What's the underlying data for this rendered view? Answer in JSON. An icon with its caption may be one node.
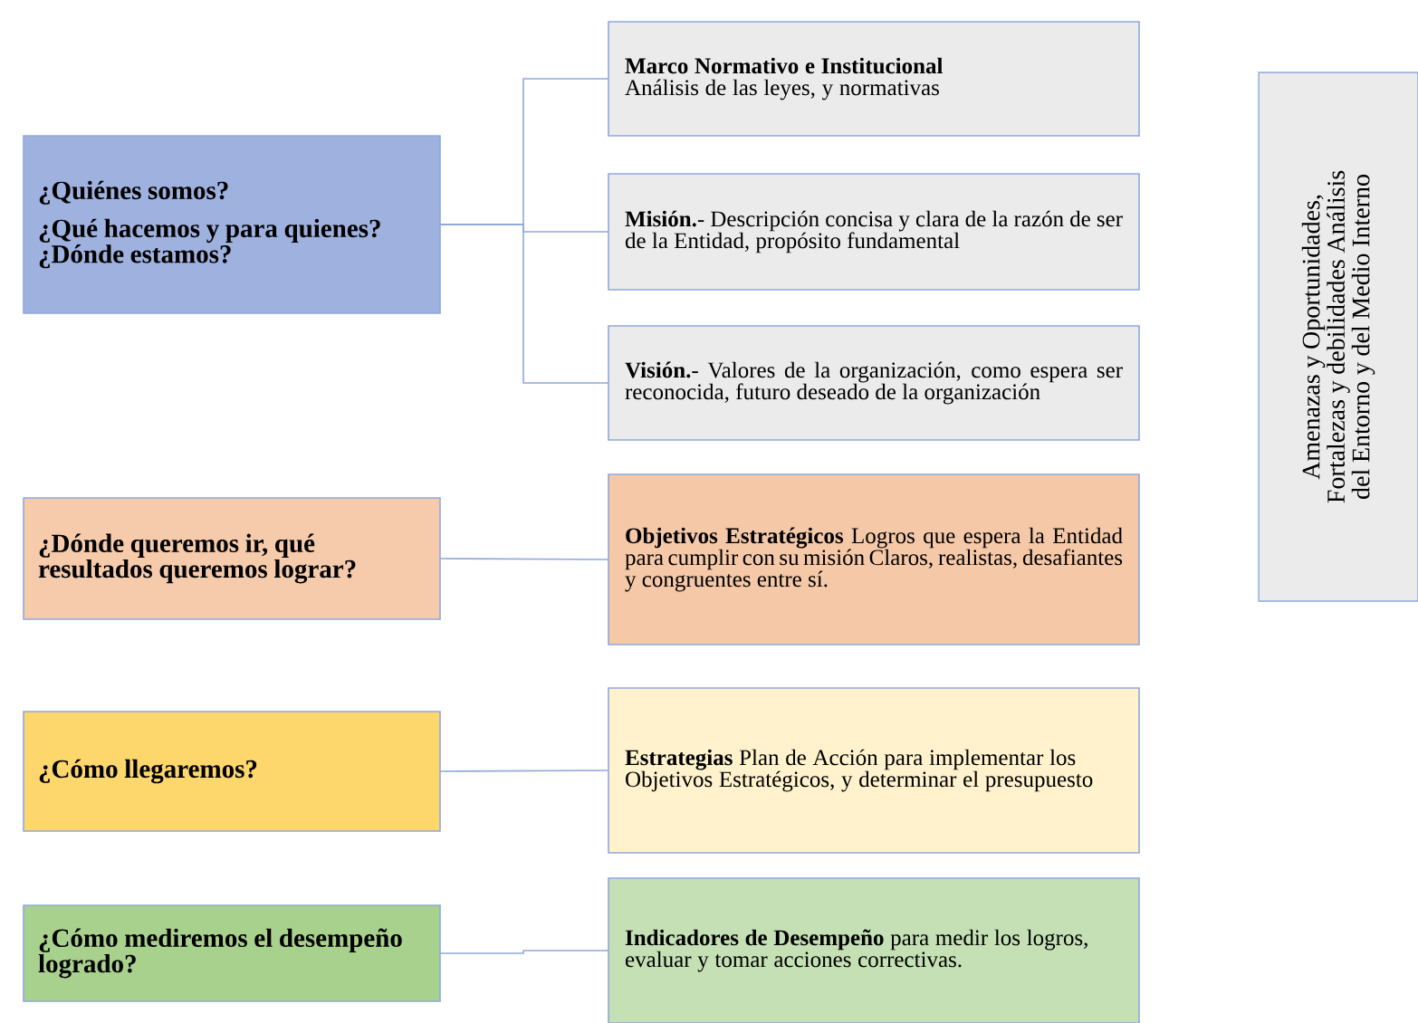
{
  "diagram": {
    "nodes": [
      {
        "text": [
          "¿Quiénes somos?",
          "¿Qué hacemos y para quienes?",
          "¿Dónde estamos?"
        ]
      },
      {
        "text": [
          "Marco Normativo e Institucional",
          "Análisis de las leyes, y normativas"
        ]
      },
      {
        "text": [
          "**Misión.**- Descripción concisa y clara de la razón de ser de la Entidad, propósito fundamental"
        ]
      },
      {
        "text": [
          "**Visión.**- Valores de la organización, como espera ser reconocida, futuro deseado de la organización"
        ]
      },
      {
        "text": [
          "¿Dónde queremos ir, qué resultados queremos lograr?"
        ]
      },
      {
        "text": [
          "**Objetivos Estratégicos** Logros que espera la Entidad para cumplir con su misión Claros, realistas, desafiantes y congruentes entre sí."
        ]
      },
      {
        "text": [
          "¿Cómo llegaremos?"
        ]
      },
      {
        "text": [
          "**Estrategias** Plan de Acción para implementar los Objetivos Estratégicos, y determinar el presupuesto"
        ]
      },
      {
        "text": [
          "¿Cómo mediremos el desempeño logrado?"
        ]
      },
      {
        "text": [
          "**Indicadores de Desempeño** para medir los logros, evaluar y tomar acciones correctivas."
        ]
      },
      {
        "text": [
          "Amenazas y Oportunidades, Fortalezas y debilidades Análisis del Entorno y del Medio Interno"
        ]
      }
    ],
    "edges": [
      {
        "from": 0,
        "to": 1,
        "arrow": "none"
      },
      {
        "from": 0,
        "to": 2,
        "arrow": "none"
      },
      {
        "from": 0,
        "to": 3,
        "arrow": "none"
      },
      {
        "from": 4,
        "to": 5,
        "arrow": "none"
      },
      {
        "from": 6,
        "to": 7,
        "arrow": "none"
      },
      {
        "from": 8,
        "to": 9,
        "arrow": "none"
      }
    ]
  }
}
